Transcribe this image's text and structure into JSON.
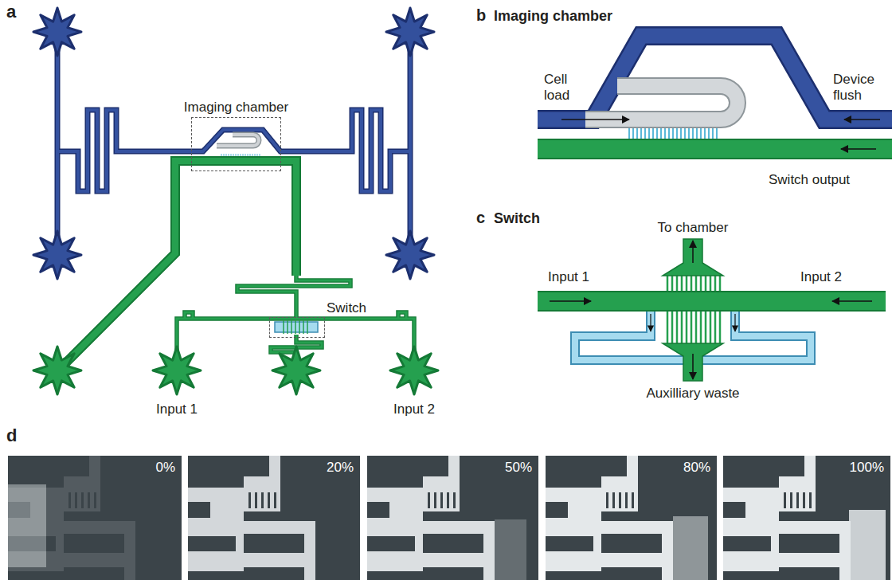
{
  "diagram": {
    "nodes": [
      {
        "text": [
          "Imaging chamber"
        ]
      },
      {
        "text": [
          "Switch"
        ]
      },
      {
        "text": [
          "0%"
        ]
      },
      {
        "text": [
          "20%"
        ]
      },
      {
        "text": [
          "50%"
        ]
      },
      {
        "text": [
          "80%"
        ]
      },
      {
        "text": [
          "100%"
        ]
      }
    ],
    "labels": [
      "a",
      "Input 1",
      "Input 2",
      "b",
      "Imaging chamber",
      "Cell load",
      "Device flush",
      "Switch output",
      "c",
      "Switch",
      "To chamber",
      "Input 1",
      "Input 2",
      "Auxilliary waste",
      "d"
    ]
  }
}
